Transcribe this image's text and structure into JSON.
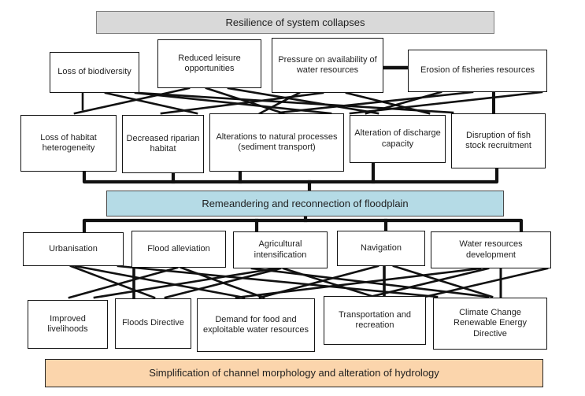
{
  "banners": {
    "top": {
      "label": "Resilience of system collapses",
      "bg": "#d9d9d9"
    },
    "middle": {
      "label": "Remeandering and reconnection of floodplain",
      "bg": "#b5dbe6"
    },
    "bottom": {
      "label": "Simplification of channel morphology and alteration of hydrology",
      "bg": "#fbd5ac"
    }
  },
  "impacts_high": [
    {
      "label": "Loss of biodiversity"
    },
    {
      "label": "Reduced leisure opportunities"
    },
    {
      "label": "Pressure on availability of water resources"
    },
    {
      "label": "Erosion of fisheries resources"
    }
  ],
  "impacts_intermediate": [
    {
      "label": "Loss of habitat heterogeneity"
    },
    {
      "label": "Decreased riparian habitat"
    },
    {
      "label": "Alterations to natural processes (sediment transport)"
    },
    {
      "label": "Alteration of discharge capacity"
    },
    {
      "label": "Disruption of fish stock recruitment"
    }
  ],
  "drivers": [
    {
      "label": "Urbanisation"
    },
    {
      "label": "Flood alleviation"
    },
    {
      "label": "Agricultural intensification"
    },
    {
      "label": "Navigation"
    },
    {
      "label": "Water resources development"
    }
  ],
  "root_drivers": [
    {
      "label": "Improved livelihoods"
    },
    {
      "label": "Floods Directive"
    },
    {
      "label": "Demand for food and exploitable water resources"
    },
    {
      "label": "Transportation and recreation"
    },
    {
      "label": "Climate Change Renewable Energy Directive"
    }
  ],
  "colors": {
    "top_banner_bg": "#d9d9d9",
    "middle_banner_bg": "#b5dbe6",
    "bottom_banner_bg": "#fbd5ac",
    "connector_line": "#111111"
  }
}
